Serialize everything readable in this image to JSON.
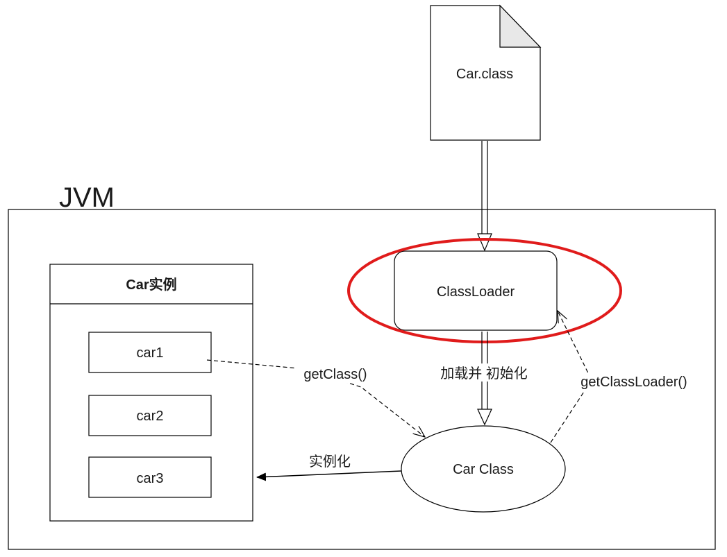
{
  "jvm_label": "JVM",
  "class_file": {
    "label": "Car.class"
  },
  "class_loader": {
    "label": "ClassLoader"
  },
  "car_class": {
    "label": "Car Class"
  },
  "instances": {
    "title": "Car实例",
    "items": [
      "car1",
      "car2",
      "car3"
    ]
  },
  "edges": {
    "load_and_init": "加载并 初始化",
    "get_class": "getClass()",
    "get_class_loader": "getClassLoader()",
    "instantiate": "实例化"
  },
  "colors": {
    "stroke": "#000000",
    "highlight": "#e01b1b",
    "background": "#ffffff"
  }
}
